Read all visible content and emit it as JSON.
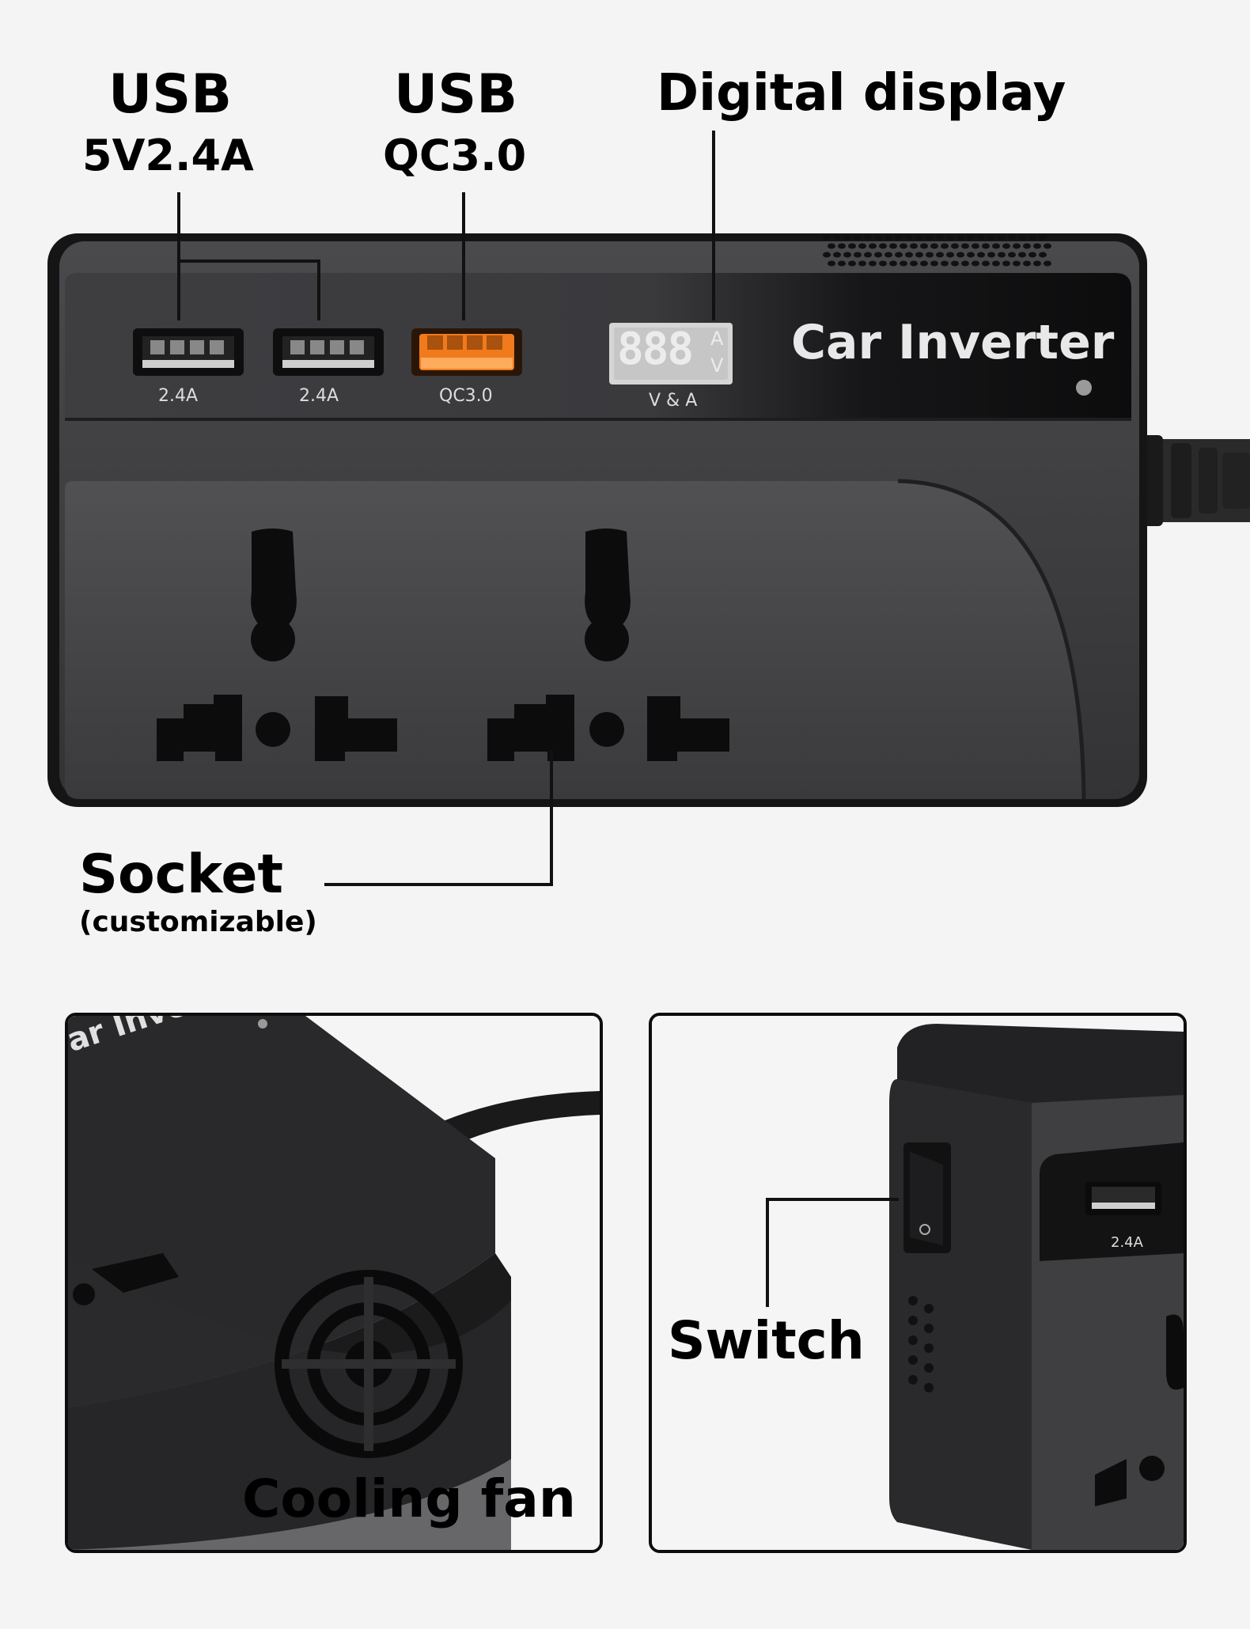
{
  "callouts": {
    "usb_a": {
      "title": "USB",
      "spec": "5V2.4A"
    },
    "usb_qc": {
      "title": "USB",
      "spec": "QC3.0"
    },
    "display": {
      "title": "Digital display"
    },
    "socket": {
      "title": "Socket",
      "note": "(customizable)"
    }
  },
  "device": {
    "brand": "Car Inverter",
    "ports": [
      {
        "label": "2.4A"
      },
      {
        "label": "2.4A"
      },
      {
        "label": "QC3.0"
      }
    ],
    "display_readout": "888",
    "display_units_a": "A",
    "display_units_v": "V",
    "display_label": "V & A"
  },
  "insets": {
    "fan": {
      "label": "Cooling fan",
      "brand_fragment": "ar Inverte"
    },
    "switch": {
      "label": "Switch",
      "port_label": "2.4A"
    }
  },
  "colors": {
    "device_body": "#3a3a3c",
    "panel_glossy": "#1c1c1e",
    "qc_port": "#f07a1c",
    "background": "#f4f4f4"
  }
}
